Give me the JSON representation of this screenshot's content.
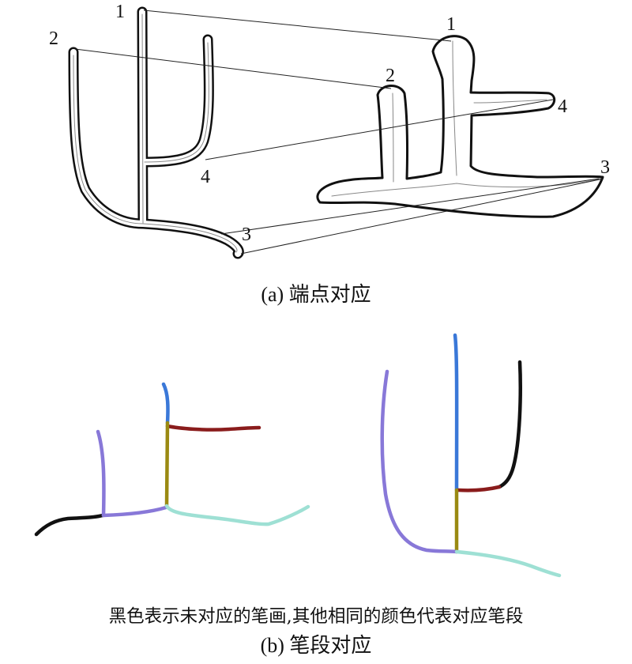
{
  "panel_a": {
    "caption": "(a) 端点对应",
    "left_labels": {
      "n1": "1",
      "n2": "2",
      "n3": "3",
      "n4": "4"
    },
    "right_labels": {
      "n1": "1",
      "n2": "2",
      "n3": "3",
      "n4": "4"
    }
  },
  "panel_b": {
    "note": "黑色表示未对应的笔画,其他相同的颜色代表对应笔段",
    "caption": "(b) 笔段对应"
  },
  "colors": {
    "unmatched": "#111111",
    "blue": "#3a78d8",
    "dark_red": "#8a1c1c",
    "olive": "#9a8a12",
    "purple": "#8878d8",
    "aqua": "#9ee0d4"
  }
}
